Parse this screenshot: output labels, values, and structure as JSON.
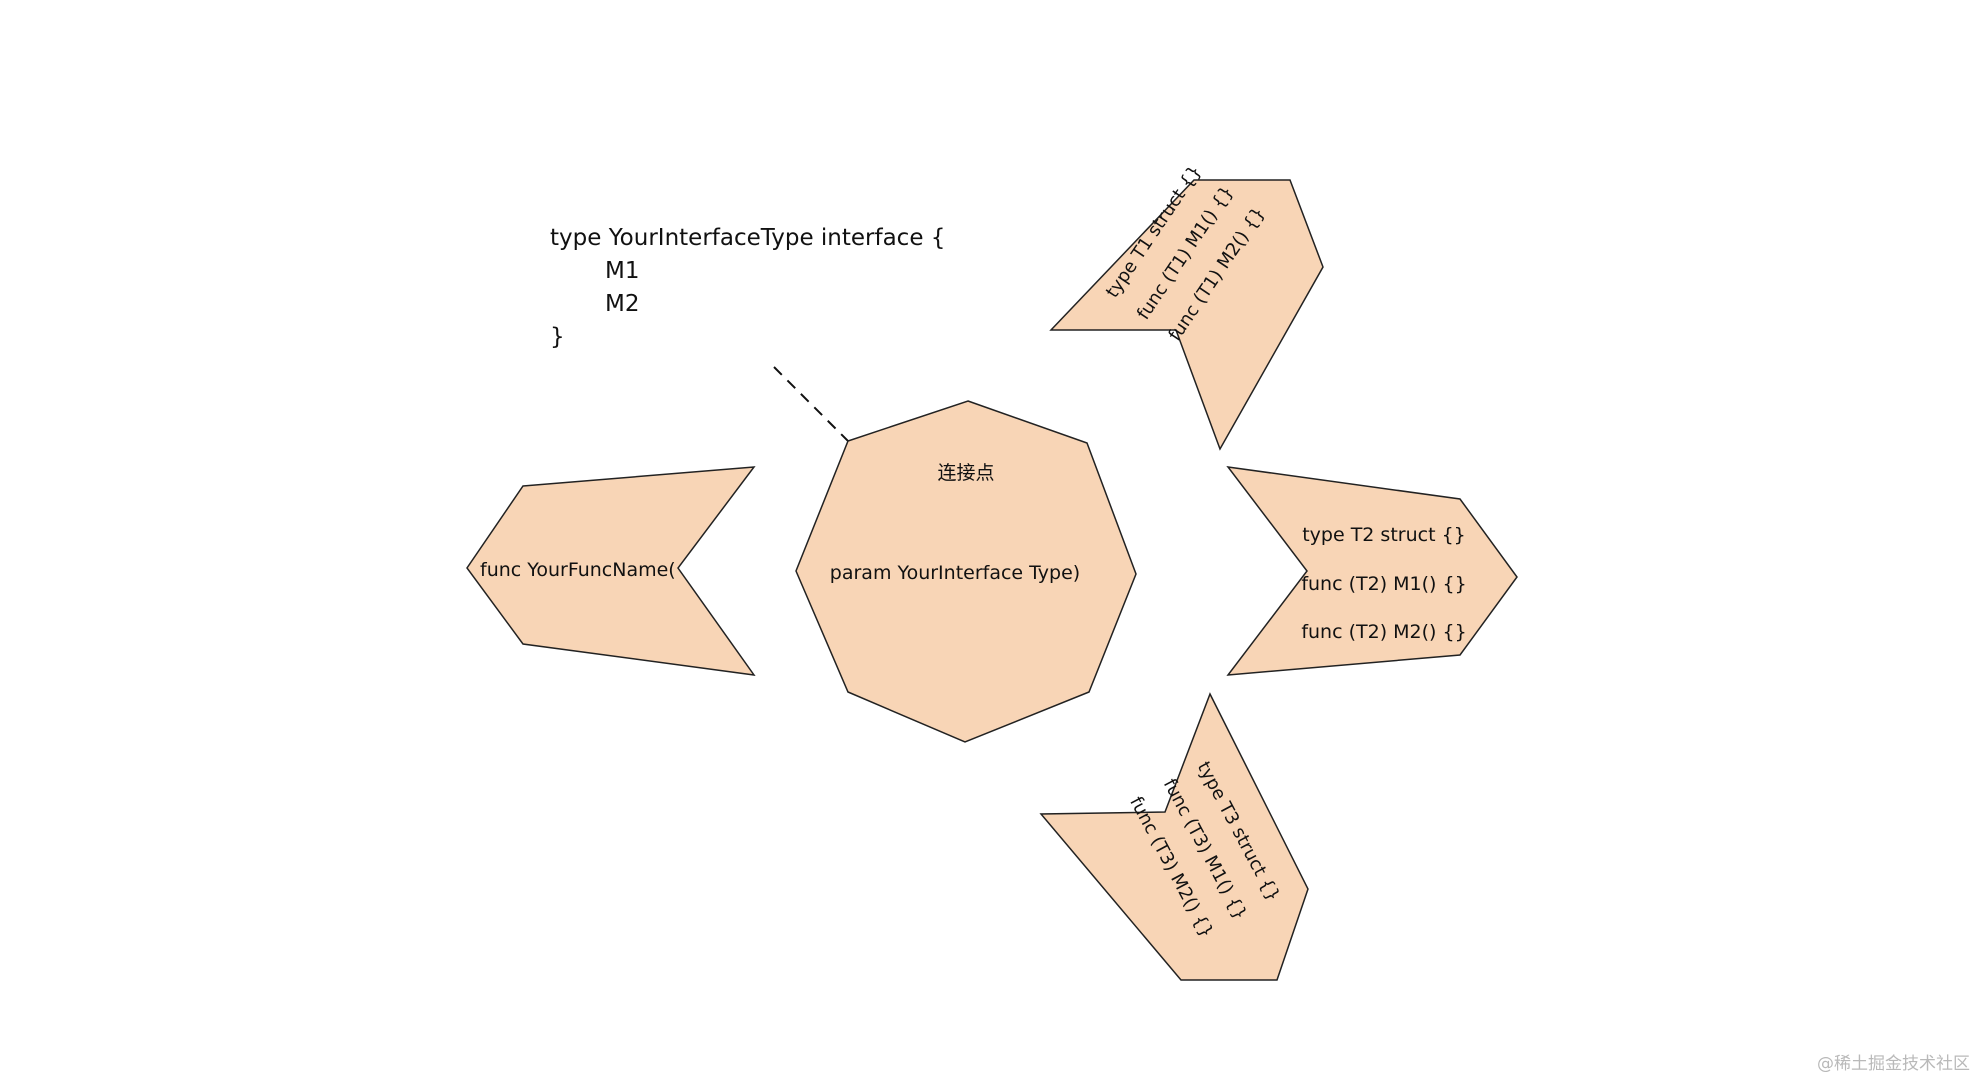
{
  "colors": {
    "shape_fill": "#f8d5b6",
    "shape_stroke": "#222222",
    "text": "#111111",
    "watermark": "#b9b9b9"
  },
  "interface_code": {
    "line1": "type YourInterfaceType interface {",
    "line2": "M1",
    "line3": "M2",
    "line4": "}"
  },
  "center": {
    "label_top": "连接点",
    "label_main": "param YourInterface Type)"
  },
  "func_shape": {
    "label": "func YourFuncName("
  },
  "t1": {
    "line1": "type T1 struct {}",
    "line2": "func (T1) M1() {}",
    "line3": "func (T1) M2() {}"
  },
  "t2": {
    "line1": "type T2 struct {}",
    "line2": "func (T2) M1() {}",
    "line3": "func (T2) M2() {}"
  },
  "t3": {
    "line1": "type T3 struct {}",
    "line2": "func (T3) M1() {}",
    "line3": "func (T3) M2() {}"
  },
  "watermark": "@稀土掘金技术社区"
}
